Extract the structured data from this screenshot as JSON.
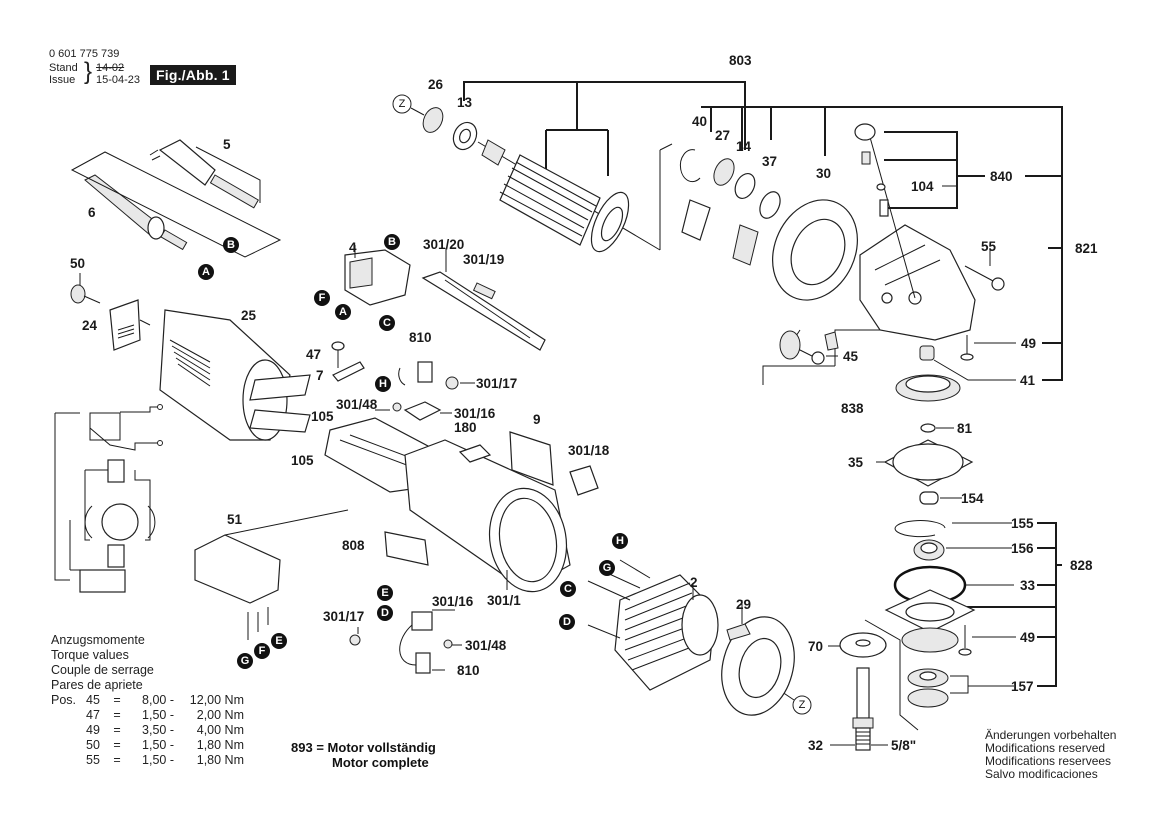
{
  "header": {
    "part_number": "0 601 775 739",
    "stand_label": "Stand",
    "issue_label": "Issue",
    "old_date": "14-02",
    "new_date": "15-04-23",
    "figure_badge": "Fig./Abb. 1"
  },
  "callouts": {
    "p803": "803",
    "p26": "26",
    "p13": "13",
    "p40": "40",
    "p27": "27",
    "p14": "14",
    "p37": "37",
    "p30": "30",
    "p840": "840",
    "p104": "104",
    "p821": "821",
    "p55": "55",
    "p49a": "49",
    "p41": "41",
    "p45": "45",
    "p838": "838",
    "p81": "81",
    "p35": "35",
    "p154": "154",
    "p155": "155",
    "p156": "156",
    "p828": "828",
    "p33": "33",
    "p49b": "49",
    "p157": "157",
    "p70": "70",
    "p32": "32",
    "thread": "5/8\"",
    "p5": "5",
    "p6": "6",
    "p50": "50",
    "p24": "24",
    "p25": "25",
    "p4": "4",
    "p301_20": "301/20",
    "p301_19": "301/19",
    "p810a": "810",
    "p47": "47",
    "p7": "7",
    "p301_17a": "301/17",
    "p301_48a": "301/48",
    "p301_16a": "301/16",
    "p105a": "105",
    "p105b": "105",
    "p180": "180",
    "p9": "9",
    "p301_18": "301/18",
    "p51": "51",
    "p808": "808",
    "p301_1": "301/1",
    "p301_16b": "301/16",
    "p301_17b": "301/17",
    "p301_48b": "301/48",
    "p810b": "810",
    "p2": "2",
    "p29": "29"
  },
  "connectors": {
    "A": "A",
    "B": "B",
    "C": "C",
    "D": "D",
    "E": "E",
    "F": "F",
    "G": "G",
    "H": "H",
    "Z": "Z"
  },
  "torque": {
    "title_de": "Anzugsmomente",
    "title_en": "Torque values",
    "title_fr": "Couple de serrage",
    "title_es": "Pares de apriete",
    "pos_label": "Pos.",
    "rows": [
      {
        "pos": "45",
        "eq": "=",
        "min": "8,00 -",
        "max": "12,00 Nm"
      },
      {
        "pos": "47",
        "eq": "=",
        "min": "1,50 -",
        "max": "2,00 Nm"
      },
      {
        "pos": "49",
        "eq": "=",
        "min": "3,50 -",
        "max": "4,00 Nm"
      },
      {
        "pos": "50",
        "eq": "=",
        "min": "1,50 -",
        "max": "1,80 Nm"
      },
      {
        "pos": "55",
        "eq": "=",
        "min": "1,50 -",
        "max": "1,80 Nm"
      }
    ]
  },
  "motor_note": {
    "number": "893",
    "eq": "=",
    "line1": "Motor vollständig",
    "line2": "Motor complete"
  },
  "modifications": {
    "de": "Änderungen vorbehalten",
    "en": "Modifications reserved",
    "fr": "Modifications reservees",
    "es": "Salvo modificaciones"
  }
}
